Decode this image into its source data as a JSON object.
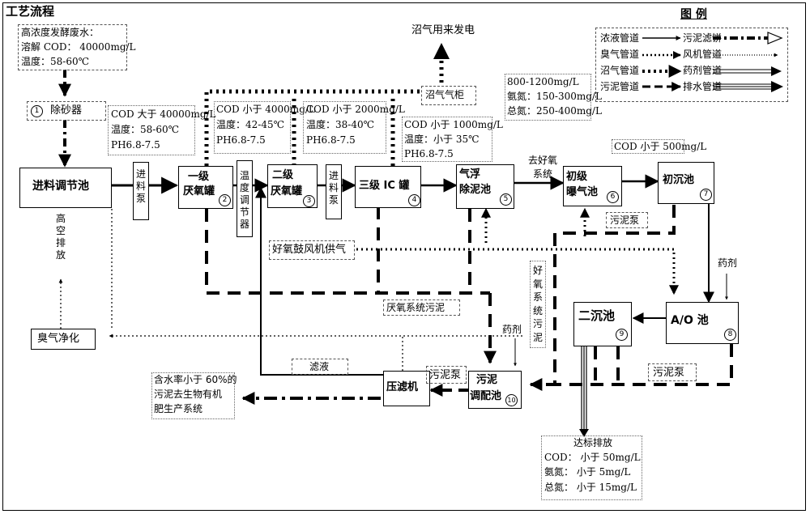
{
  "title": "工艺流程",
  "legend": {
    "title": "图  例",
    "items": [
      {
        "label": "浓液管道",
        "style": "thin-arrow"
      },
      {
        "label": "污泥滤饼",
        "style": "dash-dot-hollow"
      },
      {
        "label": "臭气管道",
        "style": "dotted"
      },
      {
        "label": "风机管道",
        "style": "fine-dotted"
      },
      {
        "label": "沼气管道",
        "style": "heavy-dotted"
      },
      {
        "label": "药剂管道",
        "style": "double-line"
      },
      {
        "label": "污泥管道",
        "style": "dashed"
      },
      {
        "label": "排水管道",
        "style": "triple-line"
      }
    ]
  },
  "influent": {
    "line1": "高浓度发酵废水：",
    "line2": "溶解 COD：  40000mg/L",
    "line3": "温度：58-60℃"
  },
  "nodes": {
    "desander": {
      "num": "1",
      "label": "除砂器"
    },
    "equalization": {
      "label": "进料调节池"
    },
    "pump1": {
      "label": "进料泵"
    },
    "anaerobic1": {
      "label1": "一级",
      "label2": "厌氧罐",
      "num": "2"
    },
    "temp_regulator": {
      "label": "温度调节器"
    },
    "anaerobic2": {
      "label1": "二级",
      "label2": "厌氧罐",
      "num": "3"
    },
    "pump2": {
      "label": "进料泵"
    },
    "ic3": {
      "label": "三级 IC 罐",
      "num": "4"
    },
    "flotation": {
      "label1": "气浮",
      "label2": "除泥池",
      "num": "5"
    },
    "aeration": {
      "label1": "初级",
      "label2": "曝气池",
      "num": "6"
    },
    "primary_settler": {
      "label": "初沉池",
      "num": "7"
    },
    "ao": {
      "label": "A/O 池",
      "num": "8"
    },
    "secondary_settler": {
      "label": "二沉池",
      "num": "9"
    },
    "sludge_tank": {
      "label1": "污泥",
      "label2": "调配池",
      "num": "10"
    },
    "filter_press": {
      "label": "压滤机"
    },
    "biogas_cabinet": {
      "label": "沼气气柜"
    },
    "deodorize": {
      "label": "臭气净化"
    }
  },
  "notes": {
    "n1": {
      "line1": "COD 大于 40000mg/L",
      "line2": "温度：58-60℃",
      "line3": "PH6.8-7.5"
    },
    "n2": {
      "line1": "COD 小于 4000mg/L",
      "line2": "温度：42-45℃",
      "line3": "PH6.8-7.5"
    },
    "n3": {
      "line1": "COD 小于 2000mg/L",
      "line2": "温度：38-40℃",
      "line3": "PH6.8-7.5"
    },
    "n4": {
      "line1": "COD 小于 1000mg/L",
      "line2": "温度：小于 35℃",
      "line3": "PH6.8-7.5"
    },
    "n5": {
      "line1": "800-1200mg/L",
      "line2": "氨氮：150-300mg/L",
      "line3": "总氮：250-400mg/L"
    },
    "n6": {
      "line1": "COD 小于 500mg/L"
    }
  },
  "labels": {
    "biogas_power": "沼气用来发电",
    "high_emission": "高空排放",
    "to_aerobic": "去好氧系统",
    "sludge_pump1": "污泥泵",
    "aerobic_air": "好氧鼓风机供气",
    "anaerobic_sludge": "厌氧系统污泥",
    "aerobic_sludge": "好氧系统污泥",
    "chemical1": "药剂",
    "chemical2": "药剂",
    "sludge_pump2": "污泥泵",
    "sludge_pump3": "污泥泵",
    "filtrate": "滤液",
    "cake_out": {
      "line1": "含水率小于 60%的",
      "line2": "污泥去生物有机",
      "line3": "肥生产系统"
    }
  },
  "discharge": {
    "line1": "达标排放",
    "line2": "COD：  小于 50mg/L",
    "line3": "氨氮：  小于 5mg/L",
    "line4": "总氮：  小于 15mg/L"
  }
}
